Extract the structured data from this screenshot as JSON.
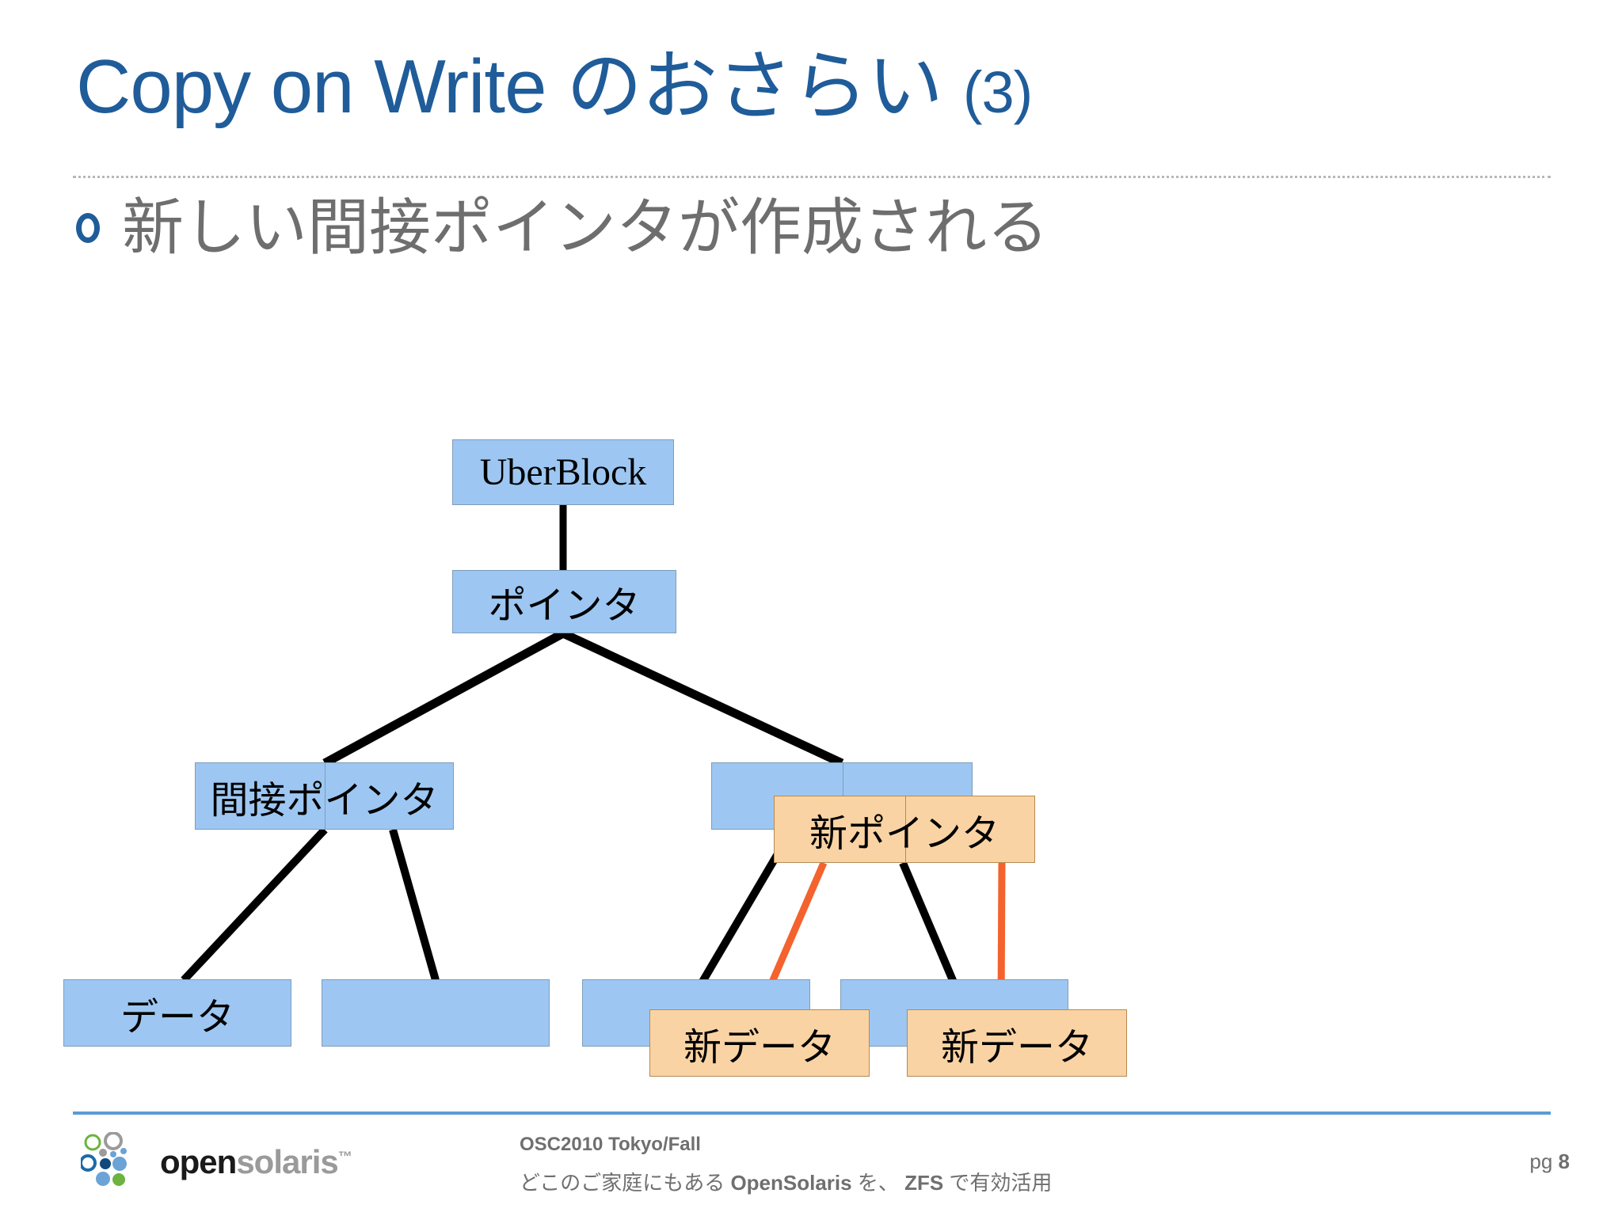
{
  "slide": {
    "title_main": "Copy on Write のおさらい",
    "title_suffix": "(3)",
    "bullet": "新しい間接ポインタが作成される",
    "title_color": "#1F5C99",
    "bullet_color": "#6e6e6e"
  },
  "diagram": {
    "type": "tree",
    "colors": {
      "block_blue": "#9DC7F2",
      "block_blue_border": "#7f9db9",
      "block_orange": "#FAD3A4",
      "block_orange_border": "#b58a53",
      "edge_black": "#000000",
      "edge_orange": "#F4622E"
    },
    "nodes": [
      {
        "id": "uberblock",
        "label": "UberBlock",
        "kind": "blue",
        "split": false,
        "font": "serif"
      },
      {
        "id": "pointer",
        "label": "ポインタ",
        "kind": "blue",
        "split": false,
        "font": "sans"
      },
      {
        "id": "indirect",
        "label": "間接ポインタ",
        "kind": "blue",
        "split": true,
        "font": "sans"
      },
      {
        "id": "old-pointer",
        "label": "",
        "kind": "blue",
        "split": true,
        "font": "sans"
      },
      {
        "id": "new-pointer",
        "label": "新ポインタ",
        "kind": "orange",
        "split": true,
        "font": "sans"
      },
      {
        "id": "data",
        "label": "データ",
        "kind": "blue",
        "split": false,
        "font": "sans"
      },
      {
        "id": "empty-1",
        "label": "",
        "kind": "blue",
        "split": false,
        "font": "sans"
      },
      {
        "id": "empty-2",
        "label": "",
        "kind": "blue",
        "split": false,
        "font": "sans"
      },
      {
        "id": "empty-3",
        "label": "",
        "kind": "blue",
        "split": false,
        "font": "sans"
      },
      {
        "id": "new-data-1",
        "label": "新データ",
        "kind": "orange",
        "split": false,
        "font": "sans"
      },
      {
        "id": "new-data-2",
        "label": "新データ",
        "kind": "orange",
        "split": false,
        "font": "sans"
      }
    ],
    "edges": [
      {
        "from": "uberblock",
        "to": "pointer",
        "color": "black"
      },
      {
        "from": "pointer",
        "to": "indirect",
        "color": "black"
      },
      {
        "from": "pointer",
        "to": "old-pointer",
        "color": "black"
      },
      {
        "from": "indirect",
        "to": "data",
        "color": "black"
      },
      {
        "from": "indirect",
        "to": "empty-1",
        "color": "black"
      },
      {
        "from": "new-pointer",
        "to": "empty-2",
        "color": "black"
      },
      {
        "from": "new-pointer",
        "to": "empty-3",
        "color": "black"
      },
      {
        "from": "new-pointer",
        "to": "new-data-1",
        "color": "orange"
      },
      {
        "from": "new-pointer",
        "to": "new-data-2",
        "color": "orange"
      }
    ]
  },
  "footer": {
    "logo_open": "open",
    "logo_solaris": "solaris",
    "logo_tm": "™",
    "event": "OSC2010 Tokyo/Fall",
    "tagline_pre": "どこのご家庭にもある ",
    "tagline_b1": "OpenSolaris",
    "tagline_mid": " を、 ",
    "tagline_b2": "ZFS",
    "tagline_post": " で有効活用",
    "page_label": "pg ",
    "page_number": "8"
  }
}
